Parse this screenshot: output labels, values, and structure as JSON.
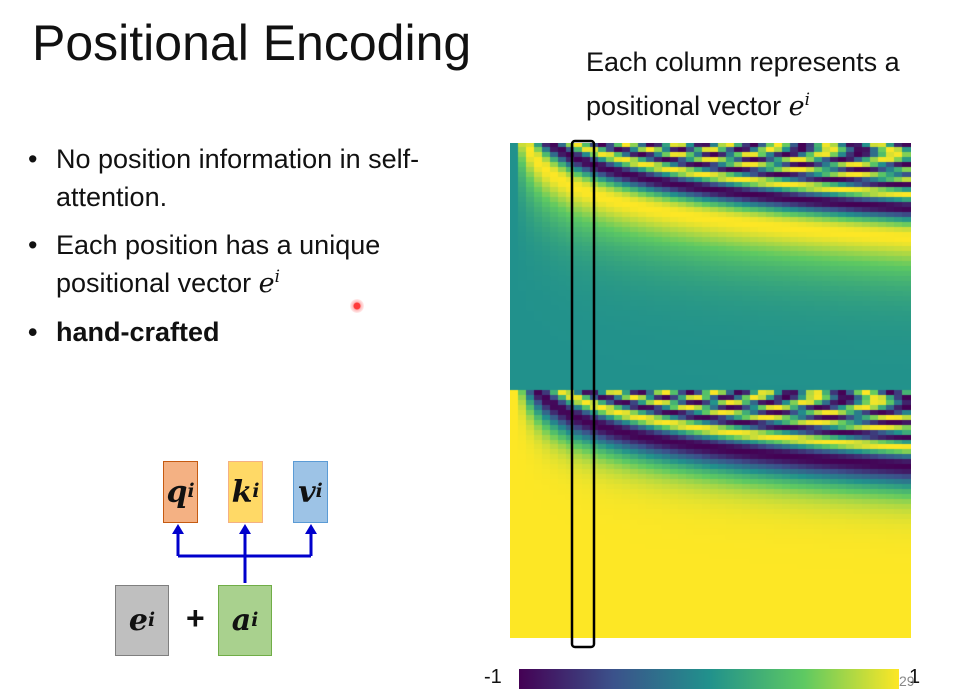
{
  "slide": {
    "title": "Positional Encoding",
    "subtitle_text": "Each column represents a positional vector",
    "subtitle_math_base": "e",
    "subtitle_math_sup": "i",
    "bullets": [
      {
        "text": "No position information in self-attention.",
        "bold": false
      },
      {
        "text": "Each position has a unique positional vector",
        "math_base": "e",
        "math_sup": "i",
        "bold": false
      },
      {
        "text": "hand-crafted",
        "bold": true
      }
    ],
    "diagram": {
      "q_base": "q",
      "k_base": "k",
      "v_base": "v",
      "sup": "i",
      "e_base": "e",
      "a_base": "a",
      "plus": "+",
      "colors": {
        "q": "#f4b183",
        "q_border": "#c55a11",
        "k": "#ffd966",
        "k_border": "#f4b183",
        "v": "#9dc3e6",
        "v_border": "#5b9bd5",
        "e": "#bfbfbf",
        "e_border": "#7f7f7f",
        "a": "#a9d18e",
        "a_border": "#70ad47",
        "arrow": "#0000cc"
      }
    },
    "colorbar": {
      "min_label": "-1",
      "max_label": "1",
      "colormap": "viridis"
    },
    "page_number": "29"
  },
  "chart_data": {
    "type": "heatmap",
    "title": "",
    "xlabel": "",
    "ylabel": "",
    "value_range": [
      -1,
      1
    ],
    "colormap": [
      "#440154",
      "#3b528b",
      "#21918c",
      "#5ec962",
      "#fde725"
    ],
    "rows": 100,
    "columns": 50,
    "highlighted_column_index": 8
  }
}
